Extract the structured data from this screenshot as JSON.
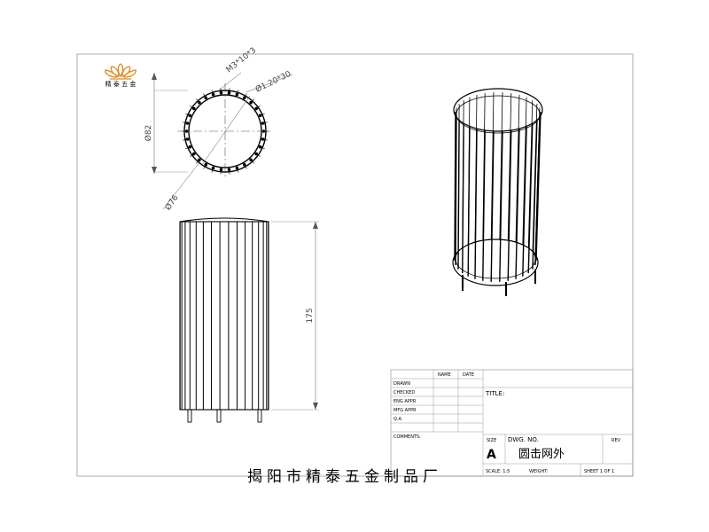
{
  "company": {
    "logo_text": "精 泰 五 金",
    "name": "揭阳市精泰五金制品厂"
  },
  "dimensions": {
    "outer_diameter": "Ø82",
    "inner_diameter": "Ø76",
    "thread_callout": "M3*10*3",
    "wire_callout": "Ø1.20*30",
    "height": "175"
  },
  "title_block": {
    "col_name": "NAME",
    "col_date": "DATE",
    "rows": [
      "DRAWN",
      "CHECKED",
      "ENG APPR",
      "MFG APPR",
      "Q.A.",
      "COMMENTS:"
    ],
    "title_label": "TITLE:",
    "size_label": "SIZE",
    "size_value": "A",
    "dwg_no_label": "DWG. NO.",
    "dwg_no_value": "圆击网外",
    "rev_label": "REV",
    "scale_label": "SCALE: 1:5",
    "weight_label": "WEIGHT:",
    "sheet_label": "SHEET 1 OF 1"
  }
}
